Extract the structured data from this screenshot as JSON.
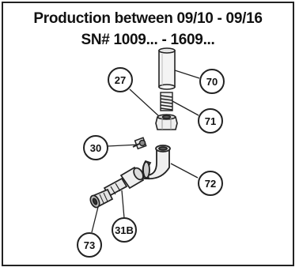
{
  "title": {
    "line1": "Production between 09/10 - 09/16",
    "line2": "SN# 1009... - 1609..."
  },
  "callouts": [
    {
      "id": "c27",
      "label": "27"
    },
    {
      "id": "c70",
      "label": "70"
    },
    {
      "id": "c71",
      "label": "71"
    },
    {
      "id": "c30",
      "label": "30"
    },
    {
      "id": "c72",
      "label": "72"
    },
    {
      "id": "c31b",
      "label": "31B"
    },
    {
      "id": "c73",
      "label": "73"
    }
  ],
  "colors": {
    "line": "#222222",
    "part_fill": "#f2f2f2",
    "shade": "#9a9a9a"
  }
}
